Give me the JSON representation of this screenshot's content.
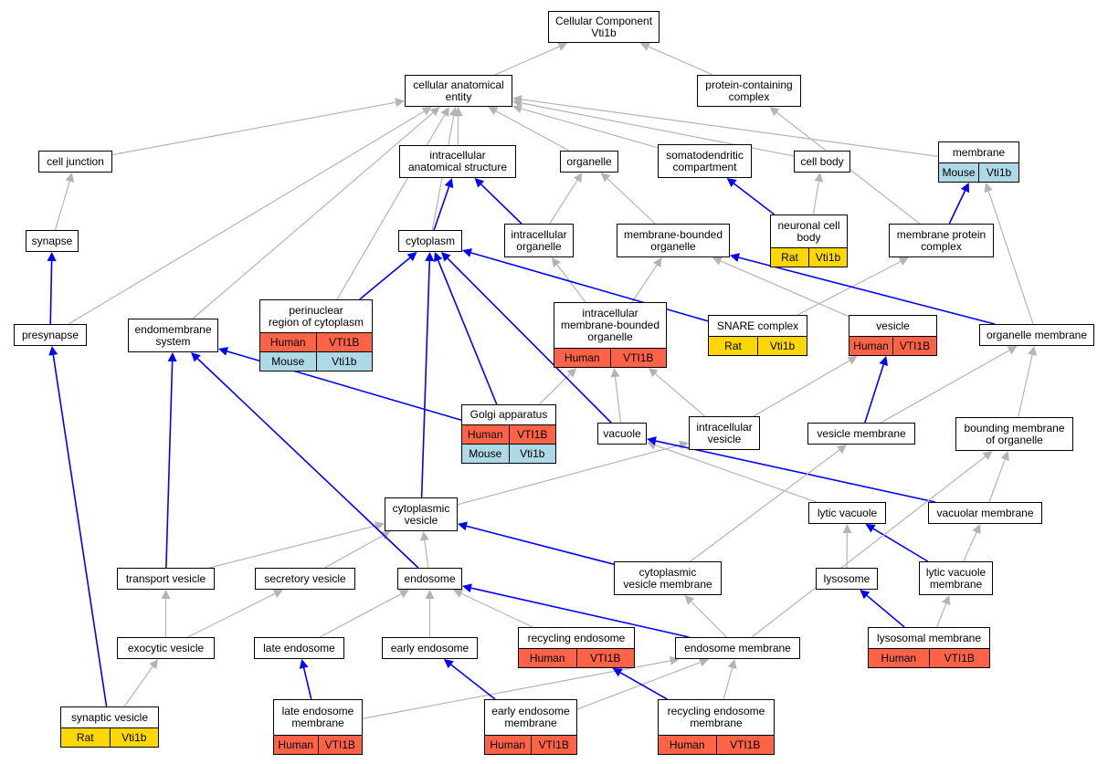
{
  "colors": {
    "human": "#ff6347",
    "mouse": "#add8e6",
    "rat": "#ffd700",
    "part_of": "#0000ff",
    "is_a": "#b4b4b4"
  },
  "nodes": {
    "root": {
      "label": "Cellular Component\nVti1b"
    },
    "cae": {
      "label": "cellular anatomical\nentity"
    },
    "pcc": {
      "label": "protein-containing\ncomplex"
    },
    "cell_junction": {
      "label": "cell junction"
    },
    "ias": {
      "label": "intracellular\nanatomical structure"
    },
    "organelle": {
      "label": "organelle"
    },
    "somato": {
      "label": "somatodendritic\ncompartment"
    },
    "cell_body": {
      "label": "cell body"
    },
    "membrane": {
      "label": "membrane",
      "annotations": [
        {
          "species": "Mouse",
          "gene": "Vti1b"
        }
      ]
    },
    "synapse": {
      "label": "synapse"
    },
    "cytoplasm": {
      "label": "cytoplasm"
    },
    "intra_org": {
      "label": "intracellular\norganelle"
    },
    "mbo": {
      "label": "membrane-bounded\norganelle"
    },
    "ncb": {
      "label": "neuronal cell\nbody",
      "annotations": [
        {
          "species": "Rat",
          "gene": "Vti1b"
        }
      ]
    },
    "mpc": {
      "label": "membrane protein\ncomplex"
    },
    "presynapse": {
      "label": "presynapse"
    },
    "endomembrane": {
      "label": "endomembrane\nsystem"
    },
    "perinuclear": {
      "label": "perinuclear\nregion of cytoplasm",
      "annotations": [
        {
          "species": "Human",
          "gene": "VTI1B"
        },
        {
          "species": "Mouse",
          "gene": "Vti1b"
        }
      ]
    },
    "imbo": {
      "label": "intracellular\nmembrane-bounded\norganelle",
      "annotations": [
        {
          "species": "Human",
          "gene": "VTI1B"
        }
      ]
    },
    "snare": {
      "label": "SNARE complex",
      "annotations": [
        {
          "species": "Rat",
          "gene": "Vti1b"
        }
      ]
    },
    "vesicle": {
      "label": "vesicle",
      "annotations": [
        {
          "species": "Human",
          "gene": "VTI1B"
        }
      ]
    },
    "org_mem": {
      "label": "organelle membrane"
    },
    "golgi": {
      "label": "Golgi apparatus",
      "annotations": [
        {
          "species": "Human",
          "gene": "VTI1B"
        },
        {
          "species": "Mouse",
          "gene": "Vti1b"
        }
      ]
    },
    "vacuole": {
      "label": "vacuole"
    },
    "iv": {
      "label": "intracellular\nvesicle"
    },
    "ves_mem": {
      "label": "vesicle membrane"
    },
    "bmo": {
      "label": "bounding membrane\nof organelle"
    },
    "cyto_ves": {
      "label": "cytoplasmic\nvesicle"
    },
    "lytic_vac": {
      "label": "lytic vacuole"
    },
    "vac_mem": {
      "label": "vacuolar membrane"
    },
    "transport": {
      "label": "transport vesicle"
    },
    "secretory": {
      "label": "secretory vesicle"
    },
    "endosome": {
      "label": "endosome"
    },
    "cvm": {
      "label": "cytoplasmic\nvesicle membrane"
    },
    "lysosome": {
      "label": "lysosome"
    },
    "lvm": {
      "label": "lytic vacuole\nmembrane"
    },
    "exocytic": {
      "label": "exocytic vesicle"
    },
    "late_endo": {
      "label": "late endosome"
    },
    "early_endo": {
      "label": "early endosome"
    },
    "recycling": {
      "label": "recycling endosome",
      "annotations": [
        {
          "species": "Human",
          "gene": "VTI1B"
        }
      ]
    },
    "endo_mem": {
      "label": "endosome membrane"
    },
    "lyso_mem": {
      "label": "lysosomal membrane",
      "annotations": [
        {
          "species": "Human",
          "gene": "VTI1B"
        }
      ]
    },
    "syn_ves": {
      "label": "synaptic vesicle",
      "annotations": [
        {
          "species": "Rat",
          "gene": "Vti1b"
        }
      ]
    },
    "lem": {
      "label": "late endosome\nmembrane",
      "annotations": [
        {
          "species": "Human",
          "gene": "VTI1B"
        }
      ]
    },
    "eem": {
      "label": "early endosome\nmembrane",
      "annotations": [
        {
          "species": "Human",
          "gene": "VTI1B"
        }
      ]
    },
    "rem": {
      "label": "recycling endosome\nmembrane",
      "annotations": [
        {
          "species": "Human",
          "gene": "VTI1B"
        }
      ]
    }
  },
  "edges": [
    {
      "from": "cae",
      "to": "root",
      "type": "is_a"
    },
    {
      "from": "pcc",
      "to": "root",
      "type": "is_a"
    },
    {
      "from": "cell_junction",
      "to": "cae",
      "type": "is_a"
    },
    {
      "from": "ias",
      "to": "cae",
      "type": "is_a"
    },
    {
      "from": "organelle",
      "to": "cae",
      "type": "is_a"
    },
    {
      "from": "somato",
      "to": "cae",
      "type": "is_a"
    },
    {
      "from": "cell_body",
      "to": "cae",
      "type": "is_a"
    },
    {
      "from": "membrane",
      "to": "cae",
      "type": "is_a"
    },
    {
      "from": "synapse",
      "to": "cell_junction",
      "type": "is_a"
    },
    {
      "from": "cytoplasm",
      "to": "ias",
      "type": "part_of"
    },
    {
      "from": "cytoplasm",
      "to": "cae",
      "type": "is_a"
    },
    {
      "from": "intra_org",
      "to": "ias",
      "type": "part_of"
    },
    {
      "from": "intra_org",
      "to": "organelle",
      "type": "is_a"
    },
    {
      "from": "mbo",
      "to": "organelle",
      "type": "is_a"
    },
    {
      "from": "ncb",
      "to": "somato",
      "type": "part_of"
    },
    {
      "from": "ncb",
      "to": "cell_body",
      "type": "is_a"
    },
    {
      "from": "mpc",
      "to": "membrane",
      "type": "part_of"
    },
    {
      "from": "mpc",
      "to": "pcc",
      "type": "is_a"
    },
    {
      "from": "presynapse",
      "to": "synapse",
      "type": "part_of"
    },
    {
      "from": "presynapse",
      "to": "cae",
      "type": "is_a"
    },
    {
      "from": "endomembrane",
      "to": "cae",
      "type": "is_a"
    },
    {
      "from": "perinuclear",
      "to": "cytoplasm",
      "type": "part_of"
    },
    {
      "from": "perinuclear",
      "to": "cae",
      "type": "is_a"
    },
    {
      "from": "imbo",
      "to": "intra_org",
      "type": "is_a"
    },
    {
      "from": "imbo",
      "to": "mbo",
      "type": "is_a"
    },
    {
      "from": "snare",
      "to": "cytoplasm",
      "type": "part_of"
    },
    {
      "from": "snare",
      "to": "mpc",
      "type": "is_a"
    },
    {
      "from": "vesicle",
      "to": "mbo",
      "type": "is_a"
    },
    {
      "from": "org_mem",
      "to": "membrane",
      "type": "is_a"
    },
    {
      "from": "org_mem",
      "to": "mbo",
      "type": "part_of"
    },
    {
      "from": "golgi",
      "to": "cytoplasm",
      "type": "part_of"
    },
    {
      "from": "golgi",
      "to": "endomembrane",
      "type": "part_of"
    },
    {
      "from": "golgi",
      "to": "imbo",
      "type": "is_a"
    },
    {
      "from": "vacuole",
      "to": "cytoplasm",
      "type": "part_of"
    },
    {
      "from": "vacuole",
      "to": "imbo",
      "type": "is_a"
    },
    {
      "from": "iv",
      "to": "vesicle",
      "type": "is_a"
    },
    {
      "from": "iv",
      "to": "imbo",
      "type": "is_a"
    },
    {
      "from": "ves_mem",
      "to": "vesicle",
      "type": "part_of"
    },
    {
      "from": "ves_mem",
      "to": "org_mem",
      "type": "is_a"
    },
    {
      "from": "bmo",
      "to": "org_mem",
      "type": "is_a"
    },
    {
      "from": "cyto_ves",
      "to": "cytoplasm",
      "type": "part_of"
    },
    {
      "from": "cyto_ves",
      "to": "iv",
      "type": "is_a"
    },
    {
      "from": "lytic_vac",
      "to": "vacuole",
      "type": "is_a"
    },
    {
      "from": "vac_mem",
      "to": "vacuole",
      "type": "part_of"
    },
    {
      "from": "vac_mem",
      "to": "bmo",
      "type": "is_a"
    },
    {
      "from": "transport",
      "to": "endomembrane",
      "type": "part_of"
    },
    {
      "from": "transport",
      "to": "cyto_ves",
      "type": "is_a"
    },
    {
      "from": "secretory",
      "to": "cyto_ves",
      "type": "is_a"
    },
    {
      "from": "endosome",
      "to": "endomembrane",
      "type": "part_of"
    },
    {
      "from": "endosome",
      "to": "cyto_ves",
      "type": "is_a"
    },
    {
      "from": "cvm",
      "to": "cyto_ves",
      "type": "part_of"
    },
    {
      "from": "cvm",
      "to": "ves_mem",
      "type": "is_a"
    },
    {
      "from": "lysosome",
      "to": "lytic_vac",
      "type": "is_a"
    },
    {
      "from": "lvm",
      "to": "lytic_vac",
      "type": "part_of"
    },
    {
      "from": "lvm",
      "to": "vac_mem",
      "type": "is_a"
    },
    {
      "from": "exocytic",
      "to": "transport",
      "type": "is_a"
    },
    {
      "from": "exocytic",
      "to": "secretory",
      "type": "is_a"
    },
    {
      "from": "late_endo",
      "to": "endosome",
      "type": "is_a"
    },
    {
      "from": "early_endo",
      "to": "endosome",
      "type": "is_a"
    },
    {
      "from": "recycling",
      "to": "endosome",
      "type": "is_a"
    },
    {
      "from": "endo_mem",
      "to": "endosome",
      "type": "part_of"
    },
    {
      "from": "endo_mem",
      "to": "cvm",
      "type": "is_a"
    },
    {
      "from": "endo_mem",
      "to": "bmo",
      "type": "is_a"
    },
    {
      "from": "lyso_mem",
      "to": "lysosome",
      "type": "part_of"
    },
    {
      "from": "lyso_mem",
      "to": "lvm",
      "type": "is_a"
    },
    {
      "from": "syn_ves",
      "to": "presynapse",
      "type": "part_of"
    },
    {
      "from": "syn_ves",
      "to": "exocytic",
      "type": "is_a"
    },
    {
      "from": "lem",
      "to": "late_endo",
      "type": "part_of"
    },
    {
      "from": "lem",
      "to": "endo_mem",
      "type": "is_a"
    },
    {
      "from": "eem",
      "to": "early_endo",
      "type": "part_of"
    },
    {
      "from": "eem",
      "to": "endo_mem",
      "type": "is_a"
    },
    {
      "from": "rem",
      "to": "recycling",
      "type": "part_of"
    },
    {
      "from": "rem",
      "to": "endo_mem",
      "type": "is_a"
    }
  ]
}
